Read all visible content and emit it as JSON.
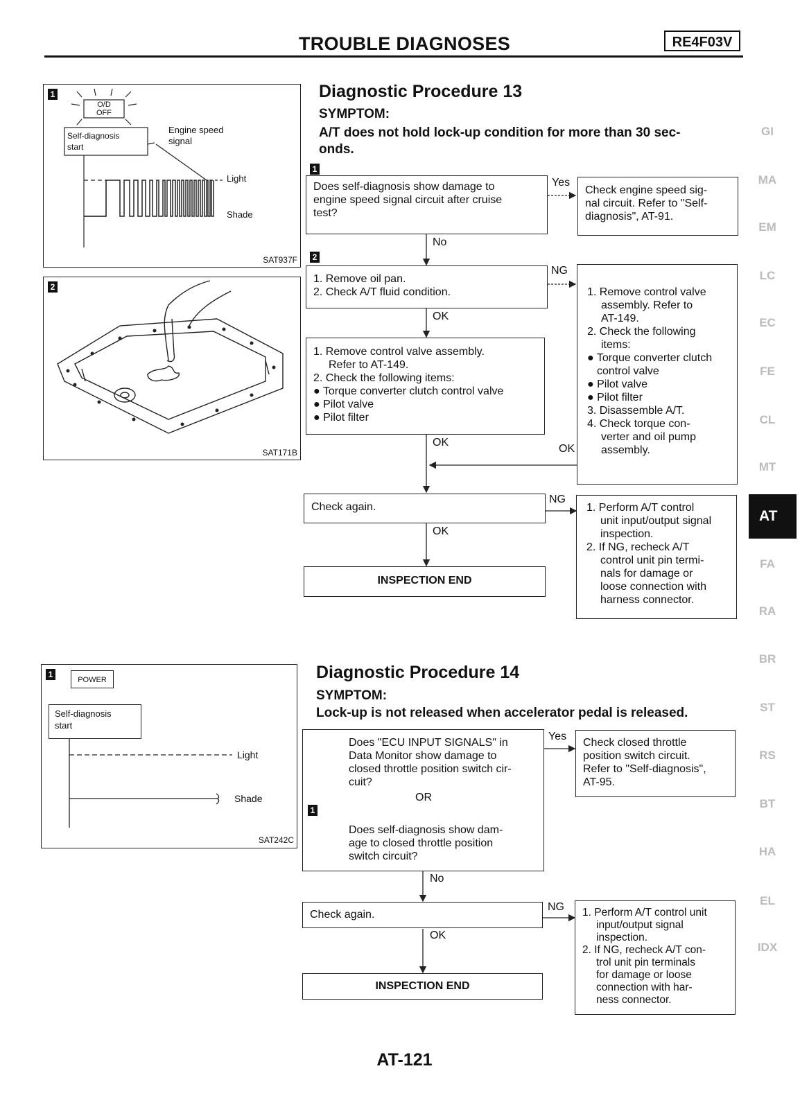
{
  "header": {
    "title": "TROUBLE DIAGNOSES",
    "badge": "RE4F03V"
  },
  "figures": {
    "fig1": {
      "num": "1",
      "od_top": "O/D",
      "od_bottom": "OFF",
      "start_box_1": "Self-diagnosis",
      "start_box_2": "start",
      "engine_1": "Engine speed",
      "engine_2": "signal",
      "light": "Light",
      "shade": "Shade",
      "code": "SAT937F"
    },
    "fig2": {
      "num": "2",
      "code": "SAT171B"
    },
    "fig3": {
      "num": "1",
      "power": "POWER",
      "start_box_1": "Self-diagnosis",
      "start_box_2": "start",
      "light": "Light",
      "shade": "Shade",
      "code": "SAT242C"
    }
  },
  "proc13": {
    "title": "Diagnostic Procedure 13",
    "symptom_label": "SYMPTOM:",
    "symptom_1": "A/T does not hold lock-up condition for more than 30 sec-",
    "symptom_2": "onds.",
    "step1_num": "1",
    "step2_num": "2",
    "q1_1": "Does self-diagnosis show damage to",
    "q1_2": "engine speed signal circuit after cruise",
    "q1_3": "test?",
    "yes": "Yes",
    "no": "No",
    "yes_box_1": "Check engine speed sig-",
    "yes_box_2": "nal circuit. Refer to \"Self-",
    "yes_box_3": "diagnosis\", AT-91.",
    "oil_1": "1. Remove oil pan.",
    "oil_2": "2. Check A/T fluid condition.",
    "ng": "NG",
    "ok": "OK",
    "cv_1": "1. Remove control valve assembly.",
    "cv_2": "Refer to AT-149.",
    "cv_3": "2. Check the following items:",
    "cv_4": "Torque converter clutch control valve",
    "cv_5": "Pilot valve",
    "cv_6": "Pilot filter",
    "ng_box_1": "1. Remove control valve",
    "ng_box_2": "assembly. Refer to",
    "ng_box_3": "AT-149.",
    "ng_box_4": "2. Check the following",
    "ng_box_5": "items:",
    "ng_box_6": "Torque converter clutch",
    "ng_box_7": "control valve",
    "ng_box_8": "Pilot valve",
    "ng_box_9": "Pilot filter",
    "ng_box_10": "3. Disassemble A/T.",
    "ng_box_11": "4. Check torque con-",
    "ng_box_12": "verter and oil pump",
    "ng_box_13": "assembly.",
    "check_again": "Check again.",
    "end": "INSPECTION END",
    "perf_1": "1. Perform A/T control",
    "perf_2": "unit input/output signal",
    "perf_3": "inspection.",
    "perf_4": "2. If NG, recheck A/T",
    "perf_5": "control unit pin termi-",
    "perf_6": "nals for damage or",
    "perf_7": "loose connection with",
    "perf_8": "harness connector."
  },
  "proc14": {
    "title": "Diagnostic Procedure 14",
    "symptom_label": "SYMPTOM:",
    "symptom": "Lock-up is not released when accelerator pedal is released.",
    "q_a1": "Does \"ECU INPUT SIGNALS\" in",
    "q_a2": "Data Monitor show damage to",
    "q_a3": "closed throttle position switch cir-",
    "q_a4": "cuit?",
    "or": "OR",
    "step_num": "1",
    "q_b1": "Does self-diagnosis show dam-",
    "q_b2": "age to closed throttle position",
    "q_b3": "switch circuit?",
    "yes": "Yes",
    "no": "No",
    "yes_box_1": "Check closed throttle",
    "yes_box_2": "position switch circuit.",
    "yes_box_3": "Refer to \"Self-diagnosis\",",
    "yes_box_4": "AT-95.",
    "check_again": "Check again.",
    "ng": "NG",
    "ok": "OK",
    "end": "INSPECTION END",
    "perf_1": "1. Perform A/T control unit",
    "perf_2": "input/output signal",
    "perf_3": "inspection.",
    "perf_4": "2. If NG, recheck A/T con-",
    "perf_5": "trol unit pin terminals",
    "perf_6": "for damage or loose",
    "perf_7": "connection with har-",
    "perf_8": "ness connector."
  },
  "sidebar": [
    "GI",
    "MA",
    "EM",
    "LC",
    "EC",
    "FE",
    "CL",
    "MT",
    "AT",
    "FA",
    "RA",
    "BR",
    "ST",
    "RS",
    "BT",
    "HA",
    "EL",
    "IDX"
  ],
  "footer": {
    "page": "AT-121"
  }
}
